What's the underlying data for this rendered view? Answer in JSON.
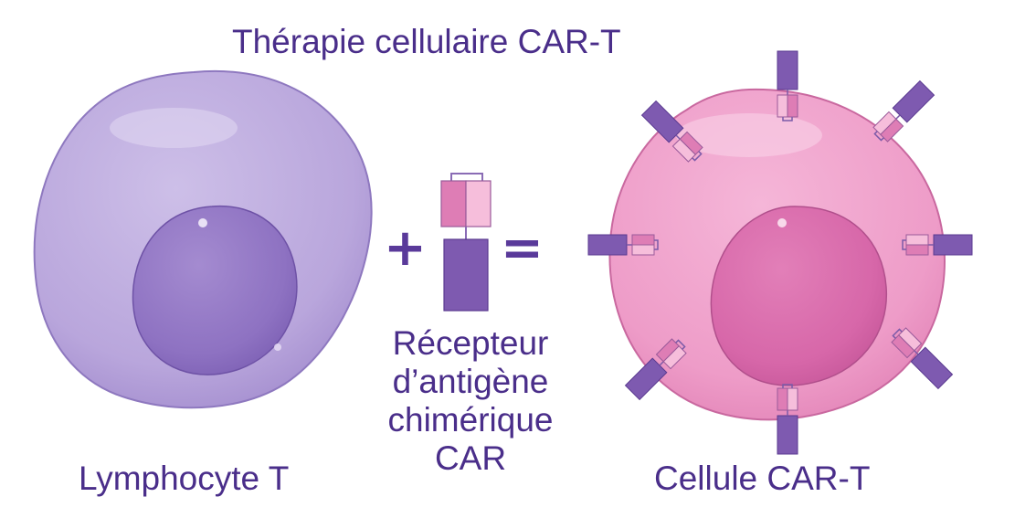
{
  "title": "Thérapie cellulaire CAR-T",
  "lymphocyte_label": "Lymphocyte T",
  "cart_cell_label": "Cellule CAR-T",
  "car_description": [
    "Récepteur",
    "d’antigène",
    "chimérique",
    "CAR"
  ],
  "operators": {
    "plus": "+",
    "equals": "="
  },
  "colors": {
    "text": "#4a2e8a",
    "lymphocyte_cytoplasm": "#b9a6dc",
    "lymphocyte_nucleus": "#8e72c2",
    "cart_cytoplasm": "#ee9cc8",
    "cart_nucleus": "#d767a9",
    "receptor_stem": "#7e5ab0",
    "receptor_head_dark": "#de7db5",
    "receptor_head_light": "#f6bedb"
  },
  "icons": [
    "lymphocyte-t-cell-icon",
    "car-receptor-icon",
    "car-t-cell-icon"
  ]
}
